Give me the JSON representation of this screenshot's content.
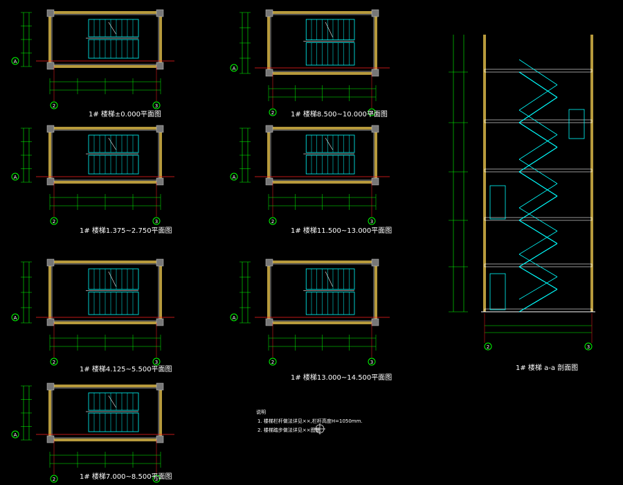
{
  "drawing": {
    "colors": {
      "background": "#000000",
      "wall_fill": "#b79a3c",
      "stair": "#00ffff",
      "dimension": "#00ff00",
      "axis": "#ff2020",
      "text": "#ffffff"
    },
    "grid_labels": [
      "2",
      "3",
      "A"
    ],
    "plans": [
      {
        "caption": "1# 楼梯±0.000平面图"
      },
      {
        "caption": "1# 楼梯1.375~2.750平面图"
      },
      {
        "caption": "1# 楼梯4.125~5.500平面图"
      },
      {
        "caption": "1# 楼梯7.000~8.500平面图"
      },
      {
        "caption": "1# 楼梯8.500~10.000平面图"
      },
      {
        "caption": "1# 楼梯11.500~13.000平面图"
      },
      {
        "caption": "1# 楼梯13.000~14.500平面图"
      }
    ],
    "section": {
      "caption": "1# 楼梯 a-a 剖面图"
    },
    "notes": {
      "title": "说明",
      "items": [
        "1. 楼梯栏杆做法详见××,栏杆高度H=1050mm.",
        "2. 楼梯踏步做法详见××图集."
      ]
    }
  }
}
